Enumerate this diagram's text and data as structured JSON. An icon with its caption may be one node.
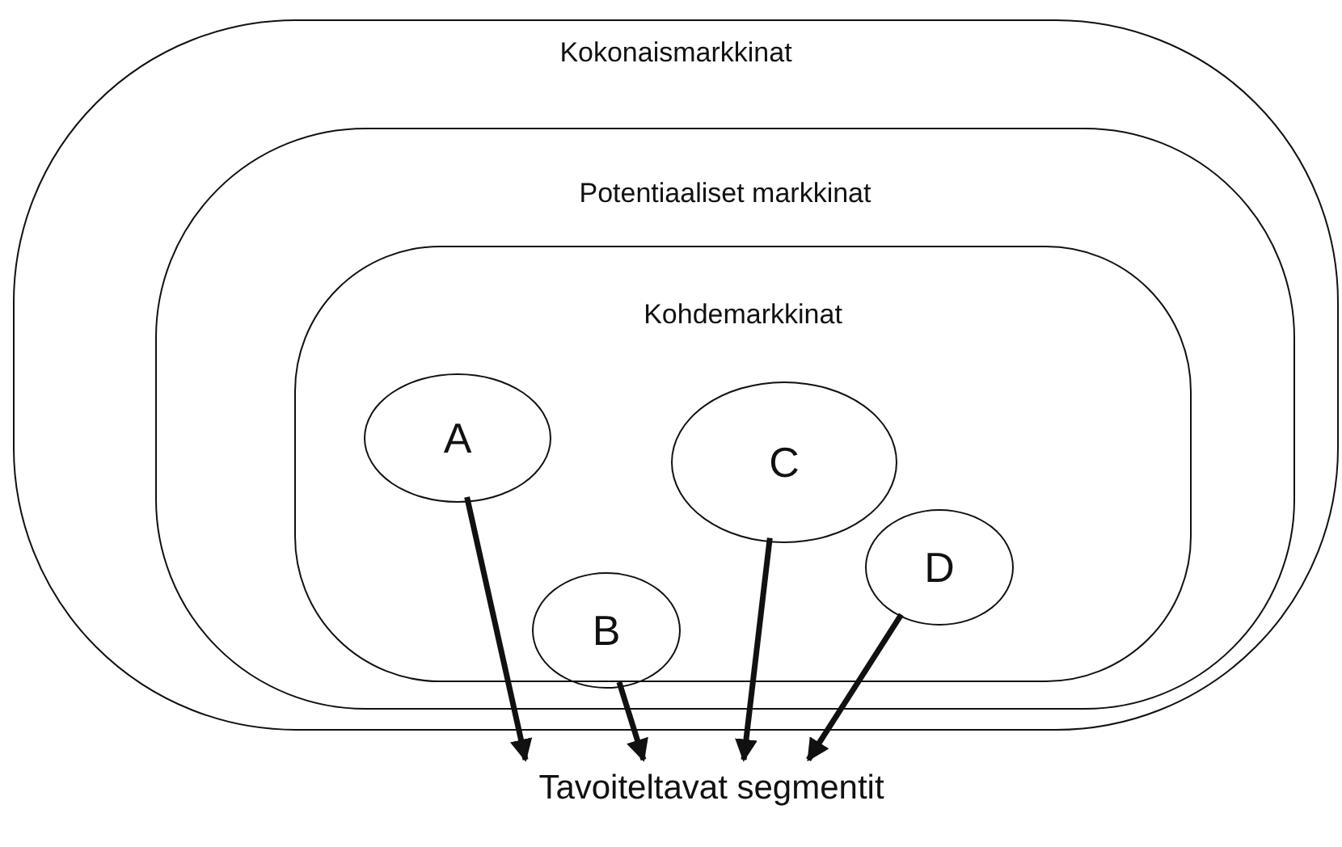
{
  "diagram": {
    "nodes": [
      {
        "text": [
          "Kokonaismarkkinat"
        ]
      },
      {
        "text": [
          "Potentiaaliset markkinat"
        ],
        "in": 0
      },
      {
        "text": [
          "Kohdemarkkinat"
        ],
        "in": 1
      },
      {
        "text": [
          "A"
        ],
        "in": 2
      },
      {
        "text": [
          "B"
        ],
        "in": 2
      },
      {
        "text": [
          "C"
        ],
        "in": 2
      },
      {
        "text": [
          "D"
        ],
        "in": 2
      },
      {
        "text": [
          "Tavoiteltavat segmentit"
        ]
      }
    ],
    "edges": [
      {
        "from": 3,
        "to": 7,
        "arrow": "to"
      },
      {
        "from": 4,
        "to": 7,
        "arrow": "to"
      },
      {
        "from": 5,
        "to": 7,
        "arrow": "to"
      },
      {
        "from": 6,
        "to": 7,
        "arrow": "to"
      }
    ]
  }
}
